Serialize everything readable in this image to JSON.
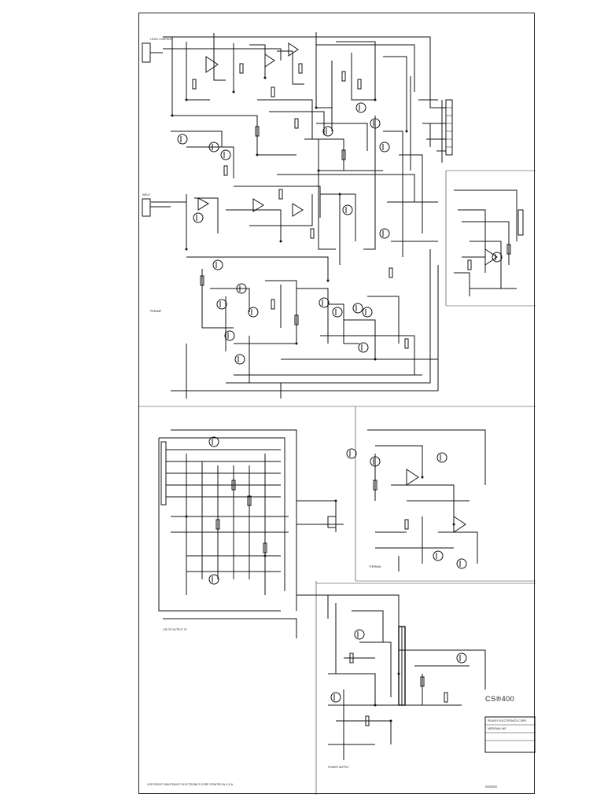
{
  "document": {
    "model": "CS®400",
    "title_block": [
      "PEAVEY ELECTRONICS CORP.",
      "MERIDIAN, MS"
    ],
    "dwg_no": "80303000",
    "copyright": "COPYRIGHT 1984 PEAVEY ELECTRONICS CORP. PRINTED IN U.S.A."
  },
  "sections": {
    "preamp": "PREAMP",
    "output": "L/R OF OUTPUT ‘B’",
    "thermal": "THERMAL",
    "power_supply": "POWER SUPPLY"
  },
  "labels": {
    "level_control": "LEVEL CONTROL",
    "in": "INPUT"
  }
}
